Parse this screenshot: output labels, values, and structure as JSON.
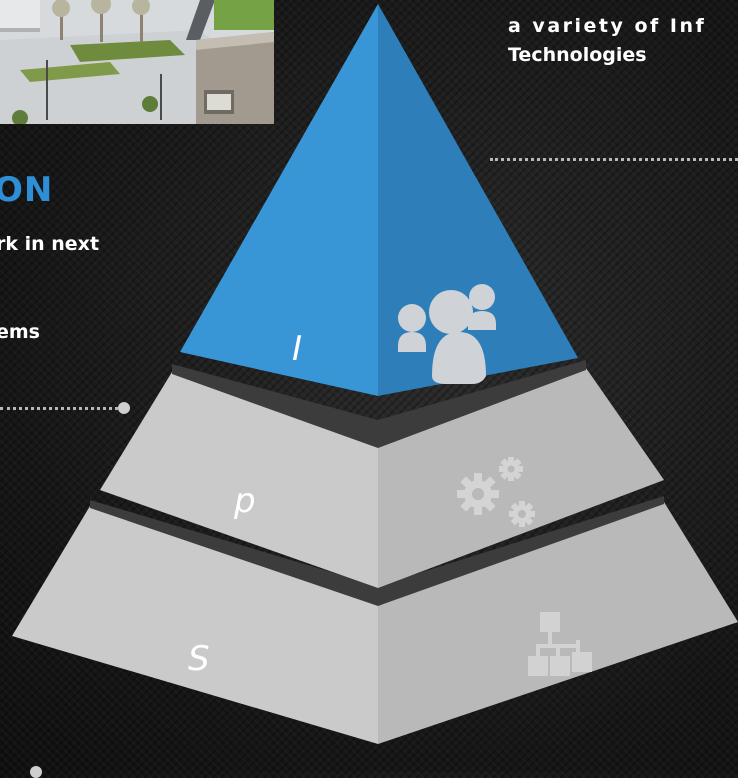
{
  "left": {
    "heading": "ON",
    "lines": [
      "rk in next",
      "ems"
    ]
  },
  "right": {
    "line1": "a variety of Inf",
    "line2": "Technologies"
  },
  "pyramid": {
    "top_letter": "I",
    "middle_letter": "p",
    "bottom_letter": "S",
    "top_icon": "users-icon",
    "middle_icon": "gears-icon",
    "bottom_icon": "network-hierarchy-icon"
  },
  "colors": {
    "accent": "#2f8fd6",
    "tier_left": "#3896d6",
    "tier_right": "#2e7fb9",
    "grey_left": "#cacaca",
    "grey_right": "#b9b9b9"
  }
}
